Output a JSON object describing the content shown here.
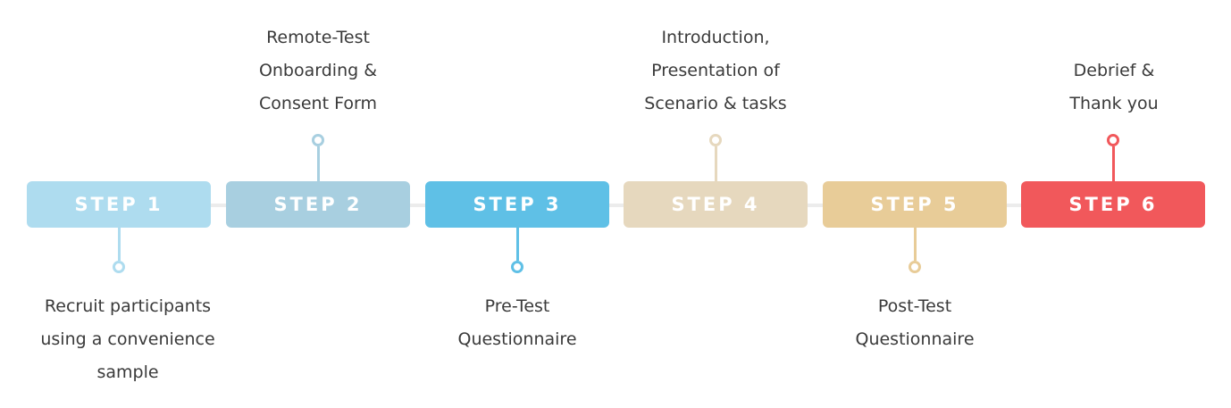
{
  "steps": [
    {
      "label": "STEP 1",
      "color": "#aedcef",
      "annotation": [
        "Recruit participants",
        "using a convenience",
        "sample"
      ],
      "position": "below"
    },
    {
      "label": "STEP 2",
      "color": "#a8cfe0",
      "annotation": [
        "Remote-Test",
        "Onboarding &",
        "Consent Form"
      ],
      "position": "above"
    },
    {
      "label": "STEP 3",
      "color": "#5fc0e6",
      "annotation": [
        "Pre-Test",
        "Questionnaire"
      ],
      "position": "below"
    },
    {
      "label": "STEP 4",
      "color": "#e6d8be",
      "annotation": [
        "Introduction,",
        "Presentation of",
        "Scenario & tasks"
      ],
      "position": "above"
    },
    {
      "label": "STEP 5",
      "color": "#e8cc98",
      "annotation": [
        "Post-Test",
        "Questionnaire"
      ],
      "position": "below"
    },
    {
      "label": "STEP 6",
      "color": "#f1585b",
      "annotation": [
        "Debrief &",
        "Thank you"
      ],
      "position": "above"
    }
  ]
}
